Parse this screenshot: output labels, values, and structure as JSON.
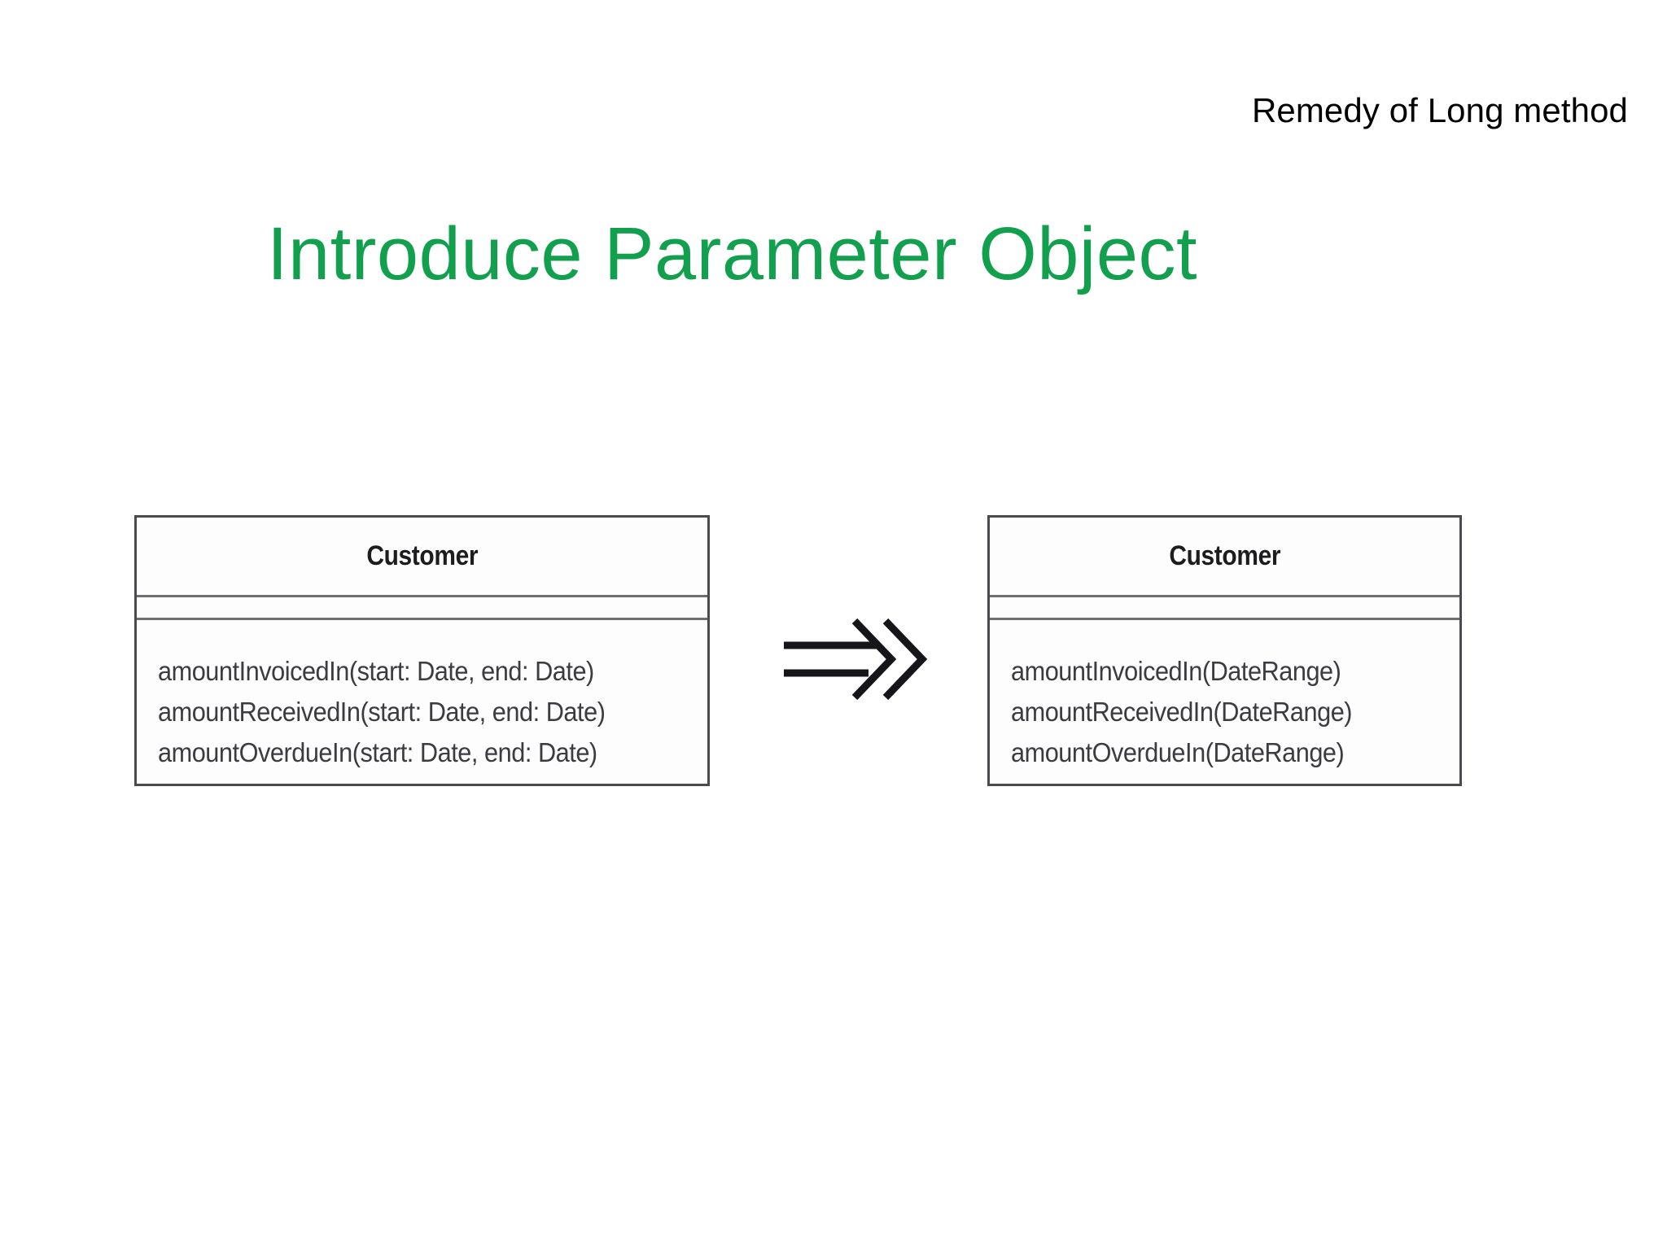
{
  "slide": {
    "kicker": "Remedy of Long method",
    "title": "Introduce Parameter Object",
    "title_color": "#12a04f",
    "background_color": "#ffffff"
  },
  "diagram": {
    "type": "uml-class-transformation",
    "arrow_icon": "double-chevron-right-arrow-icon",
    "before": {
      "class_name": "Customer",
      "attributes": [],
      "operations": [
        "amountInvoicedIn(start: Date, end: Date)",
        "amountReceivedIn(start: Date, end: Date)",
        "amountOverdueIn(start: Date, end: Date)"
      ]
    },
    "after": {
      "class_name": "Customer",
      "attributes": [],
      "operations": [
        "amountInvoicedIn(DateRange)",
        "amountReceivedIn(DateRange)",
        "amountOverdueIn(DateRange)"
      ]
    }
  }
}
